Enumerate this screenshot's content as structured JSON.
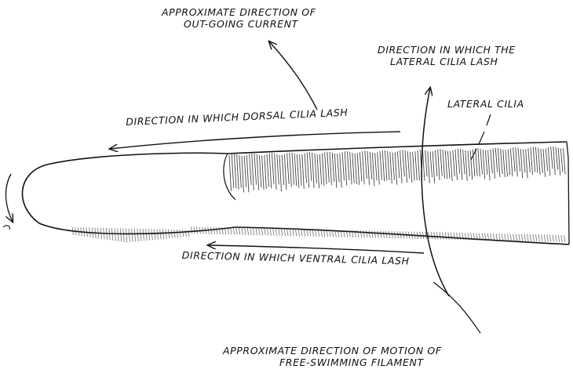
{
  "labels": {
    "outgoing_current": [
      "APPROXIMATE DIRECTION OF",
      "OUT-GOING CURRENT"
    ],
    "lateral_lash": [
      "DIRECTION IN WHICH THE",
      "LATERAL CILIA LASH"
    ],
    "lateral_cilia": "LATERAL CILIA",
    "dorsal_lash": "DIRECTION IN WHICH DORSAL CILIA LASH",
    "ventral_lash": "DIRECTION IN WHICH VENTRAL CILIA LASH",
    "filament_motion": [
      "APPROXIMATE DIRECTION OF MOTION OF",
      "FREE-SWIMMING FILAMENT"
    ]
  }
}
